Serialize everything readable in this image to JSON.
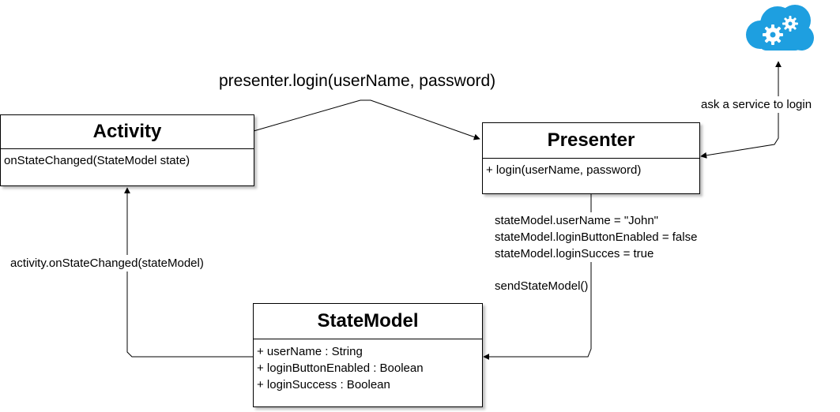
{
  "activity": {
    "title": "Activity",
    "methods": [
      "onStateChanged(StateModel state)"
    ]
  },
  "presenter": {
    "title": "Presenter",
    "methods": [
      "+ login(userName, password)"
    ]
  },
  "state_model": {
    "title": "StateModel",
    "fields": [
      "+ userName : String",
      "+ loginButtonEnabled : Boolean",
      "+ loginSuccess : Boolean"
    ]
  },
  "edges": {
    "activity_to_presenter": "presenter.login(userName, password)",
    "presenter_to_service": "ask a service to login",
    "presenter_state_lines": [
      "stateModel.userName = \"John\"",
      "stateModel.loginButtonEnabled = false",
      "stateModel.loginSucces = true"
    ],
    "presenter_to_statemodel": "sendStateModel()",
    "statemodel_to_activity": "activity.onStateChanged(stateModel)"
  },
  "colors": {
    "cloud": "#1e9fe0",
    "gear": "#ffffff",
    "line": "#000000"
  },
  "icons": {
    "service": "cloud-gears-icon"
  }
}
